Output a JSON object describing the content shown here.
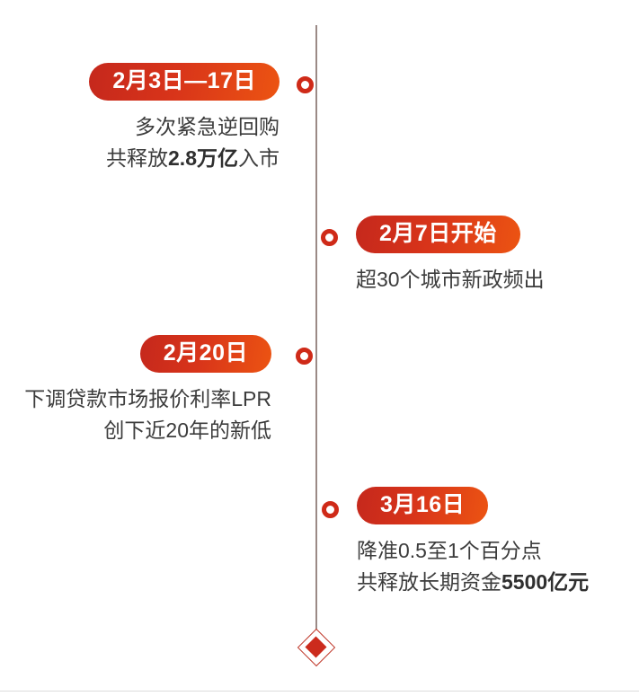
{
  "timeline": {
    "axis": {
      "line_color": "#9b8a86",
      "marker_color": "#cf2a18",
      "endpoint_icon": "diamond-endpoint-icon"
    },
    "pill_gradient": {
      "from": "#c5281c",
      "to": "#ec5412"
    },
    "body_text_color": "#3c3c3c",
    "events": [
      {
        "id": "event-1",
        "side": "left",
        "date_label": "2月3日—17日",
        "lines": [
          {
            "plain": "多次紧急逆回购"
          },
          {
            "prefix": "共释放",
            "strong": "2.8万亿",
            "suffix": "入市"
          }
        ]
      },
      {
        "id": "event-2",
        "side": "right",
        "date_label": "2月7日开始",
        "lines": [
          {
            "plain": "超30个城市新政频出"
          }
        ]
      },
      {
        "id": "event-3",
        "side": "left",
        "date_label": "2月20日",
        "lines": [
          {
            "plain": "下调贷款市场报价利率LPR"
          },
          {
            "plain": "创下近20年的新低"
          }
        ]
      },
      {
        "id": "event-4",
        "side": "right",
        "date_label": "3月16日",
        "lines": [
          {
            "plain": "降准0.5至1个百分点"
          },
          {
            "prefix": "共释放长期资金",
            "strong": "5500亿元",
            "suffix": ""
          }
        ]
      }
    ]
  }
}
